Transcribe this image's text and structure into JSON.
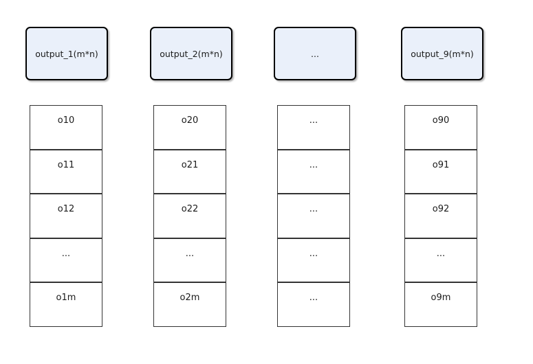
{
  "diagram": {
    "groups": [
      {
        "header": "output_1(m*n)",
        "cells": [
          "o10",
          "o11",
          "o12",
          "...",
          "o1m"
        ]
      },
      {
        "header": "output_2(m*n)",
        "cells": [
          "o20",
          "o21",
          "o22",
          "...",
          "o2m"
        ]
      },
      {
        "header": "...",
        "cells": [
          "...",
          "...",
          "...",
          "...",
          "..."
        ]
      },
      {
        "header": "output_9(m*n)",
        "cells": [
          "o90",
          "o91",
          "o92",
          "...",
          "o9m"
        ]
      }
    ],
    "colors": {
      "background": "#FFFFFF",
      "header_fill": "#EAF0FA",
      "header_border": "#000000",
      "cell_border": "#333333",
      "text": "#1A1A1A"
    }
  }
}
